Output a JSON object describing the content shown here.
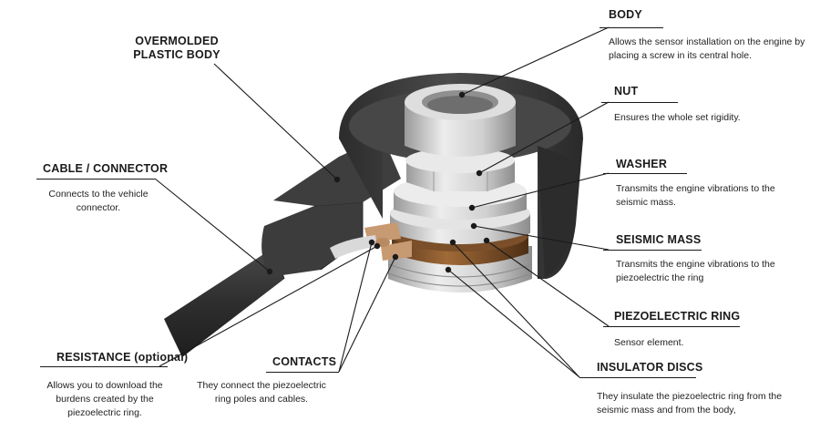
{
  "callouts": {
    "overmolded": {
      "label_line1": "OVERMOLDED",
      "label_line2": "PLASTIC BODY"
    },
    "body": {
      "label": "BODY",
      "description": "Allows the sensor installation on the engine by placing a screw in its central hole."
    },
    "nut": {
      "label": "NUT",
      "description": "Ensures the whole set rigidity."
    },
    "cable": {
      "label": "CABLE / CONNECTOR",
      "description": "Connects to the vehicle connector."
    },
    "washer": {
      "label": "WASHER",
      "description": "Transmits the engine vibrations to the seismic mass."
    },
    "seismic_mass": {
      "label": "SEISMIC MASS",
      "description": "Transmits the engine vibrations to the piezoelectric the ring"
    },
    "piezo_ring": {
      "label": "PIEZOELECTRIC RING",
      "description": "Sensor element."
    },
    "resistance": {
      "label": "RESISTANCE (optional)",
      "description": "Allows you to download the burdens created by the piezoelectric ring."
    },
    "contacts": {
      "label": "CONTACTS",
      "description": "They connect the piezoelectric ring poles and cables."
    },
    "insulator_discs": {
      "label": "INSULATOR DISCS",
      "description": "They insulate the piezoelectric ring from the seismic mass and from the body,"
    }
  },
  "colors": {
    "housing_dark": "#3a3a3a",
    "housing_mid": "#4a4a4a",
    "metal_light": "#d4d4d4",
    "piezo_brown": "#8a5a30",
    "leader_line": "#1a1a1a"
  }
}
